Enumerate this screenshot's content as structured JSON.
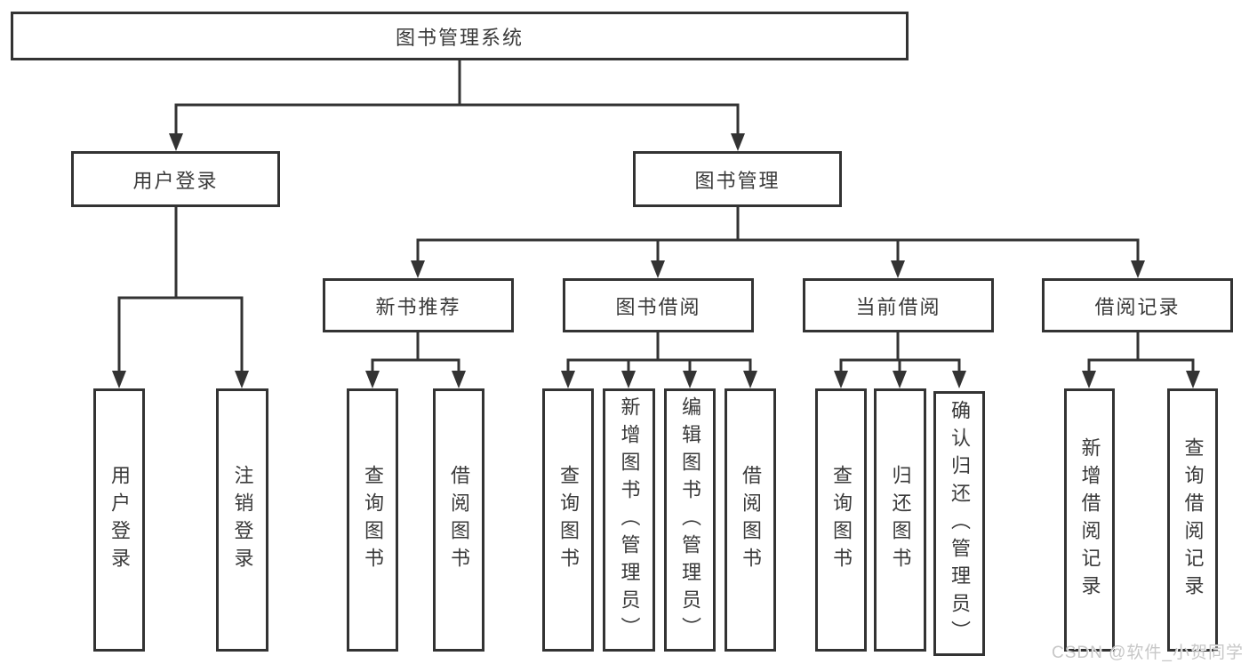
{
  "diagram": {
    "root": {
      "label": "图书管理系统"
    },
    "branches": {
      "user_login": {
        "label": "用户登录",
        "children": [
          {
            "label": "用户登录"
          },
          {
            "label": "注销登录"
          }
        ]
      },
      "book_mgmt": {
        "label": "图书管理"
      }
    },
    "modules": [
      {
        "label": "新书推荐",
        "children": [
          {
            "label": "查询图书"
          },
          {
            "label": "借阅图书"
          }
        ]
      },
      {
        "label": "图书借阅",
        "children": [
          {
            "label": "查询图书"
          },
          {
            "label": "新增图书（管理员）"
          },
          {
            "label": "编辑图书（管理员）"
          },
          {
            "label": "借阅图书"
          }
        ]
      },
      {
        "label": "当前借阅",
        "children": [
          {
            "label": "查询图书"
          },
          {
            "label": "归还图书"
          },
          {
            "label": "确认归还（管理员）"
          }
        ]
      },
      {
        "label": "借阅记录",
        "children": [
          {
            "label": "新增借阅记录"
          },
          {
            "label": "查询借阅记录"
          }
        ]
      }
    ]
  },
  "watermark": {
    "text": "CSDN @软件_小贺同学"
  },
  "colors": {
    "line": "#333333",
    "text": "#3a3a3a",
    "box_background": "#ffffff",
    "page_background": "#ffffff",
    "watermark": "#c7c7c7"
  }
}
